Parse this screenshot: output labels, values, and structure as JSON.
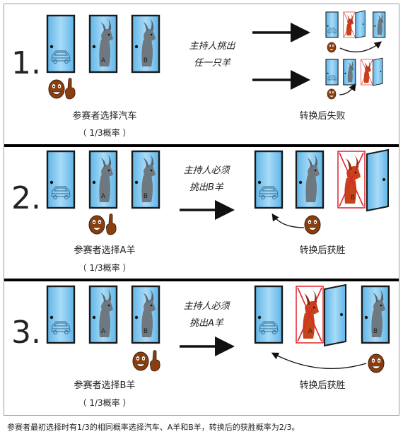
{
  "panels": [
    {
      "number": "1.",
      "host_text": [
        "主持人挑出",
        "任一只羊"
      ],
      "choice_label": "参赛者选择汽车",
      "probability": "（ 1/3概率 ）",
      "result_label": "转换后失败"
    },
    {
      "number": "2.",
      "host_text": [
        "主持人必须",
        "挑出B羊"
      ],
      "choice_label": "参赛者选择A羊",
      "probability": "（ 1/3概率 ）",
      "result_label": "转换后获胜"
    },
    {
      "number": "3.",
      "host_text": [
        "主持人必须",
        "挑出A羊"
      ],
      "choice_label": "参赛者选择B羊",
      "probability": "（ 1/3概率 ）",
      "result_label": "转换后获胜"
    }
  ],
  "door_labels": {
    "a": "A",
    "b": "B"
  },
  "caption": "参赛者最初选择时有1/3的相同概率选择汽车、A羊和B羊，转换后的获胜概率为2/3。",
  "colors": {
    "door_fill": "#7fc6ee",
    "door_border": "#1a1a1a",
    "divider": "#000000",
    "cross": "#e0232a",
    "goat_brown": "#c6441a",
    "face": "#8a3f10"
  }
}
